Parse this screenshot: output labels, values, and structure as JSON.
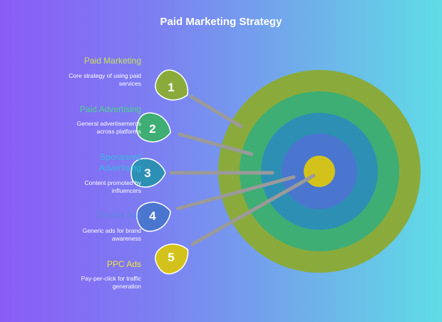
{
  "title": "Paid Marketing Strategy",
  "items": [
    {
      "number": "1",
      "title": "Paid Marketing",
      "desc_line1": "Core strategy of using paid",
      "desc_line2": "services",
      "color": "#8aab3c",
      "title_color": "#c6e25a"
    },
    {
      "number": "2",
      "title": "Paid Advertising",
      "desc_line1": "General advertisements",
      "desc_line2": "across platforms",
      "color": "#3eae74",
      "title_color": "#49d68c"
    },
    {
      "number": "3",
      "title_line1": "Sponsored",
      "title_line2": "Advertising",
      "desc_line1": "Content promoted by",
      "desc_line2": "influencers",
      "color": "#2e8fb5",
      "title_color": "#38b8e6"
    },
    {
      "number": "4",
      "title": "Display Ads",
      "desc_line1": "Generic ads for brand",
      "desc_line2": "awareness",
      "color": "#4a76cf",
      "title_color": "#5b86e0"
    },
    {
      "number": "5",
      "title": "PPC Ads",
      "desc_line1": "Pay-per-click for traffic",
      "desc_line2": "generation",
      "color": "#d4c21c",
      "title_color": "#f2e23a"
    }
  ],
  "target": {
    "ring_colors": [
      "#8aab3c",
      "#3eae74",
      "#2e8fb5",
      "#4a76cf",
      "#d4c21c"
    ]
  }
}
